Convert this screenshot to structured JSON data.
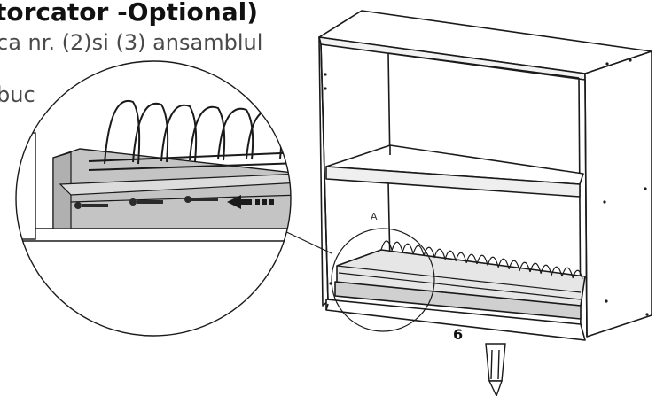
{
  "document": {
    "title": "torcator -Optional)",
    "lines": [
      "ca nr. (2)si (3) ansamblul",
      "buc"
    ],
    "step_number": "6",
    "detail_marker": "A"
  },
  "colors": {
    "line": "#1a1a1a",
    "panel_grey": "#c4c4c4",
    "shelf_grey": "#dcdcdc"
  },
  "icons": [
    "screwdriver-icon",
    "arrow-left-icon",
    "screw-icon"
  ]
}
